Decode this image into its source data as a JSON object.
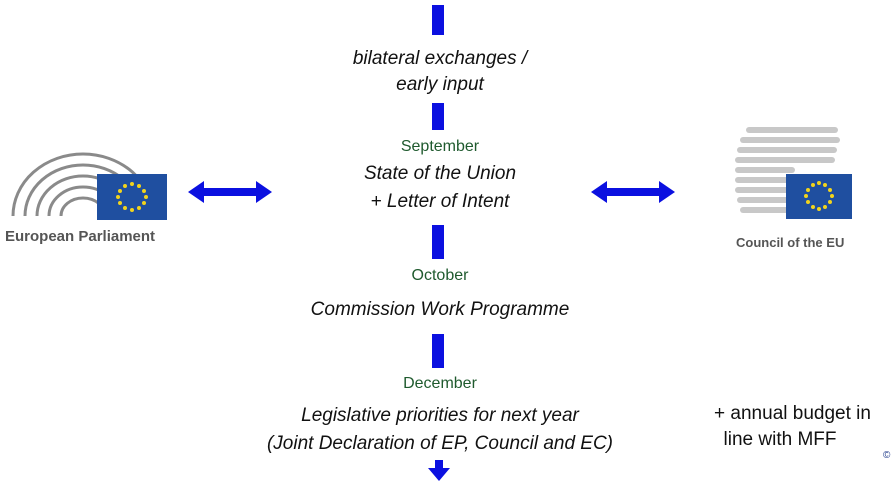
{
  "flow": {
    "input_line1": "bilateral exchanges /",
    "input_line2": "early input",
    "sep_month": "September",
    "sep_line1": "State of the Union",
    "sep_line2": "+ Letter of Intent",
    "oct_month": "October",
    "oct_line1": "Commission Work Programme",
    "dec_month": "December",
    "dec_line1": "Legislative priorities for next year",
    "dec_line2": "(Joint Declaration of EP, Council and EC)"
  },
  "left_entity": {
    "label": "European Parliament"
  },
  "right_entity": {
    "label": "Council of the EU"
  },
  "side_note": {
    "line1": "+ annual budget in",
    "line2": "line with MFF"
  },
  "copyright": "©",
  "colors": {
    "arrow": "#0b10e0",
    "month_text": "#1f5a2e",
    "eu_flag": "#1f4fa0",
    "star": "#f2d41c"
  }
}
